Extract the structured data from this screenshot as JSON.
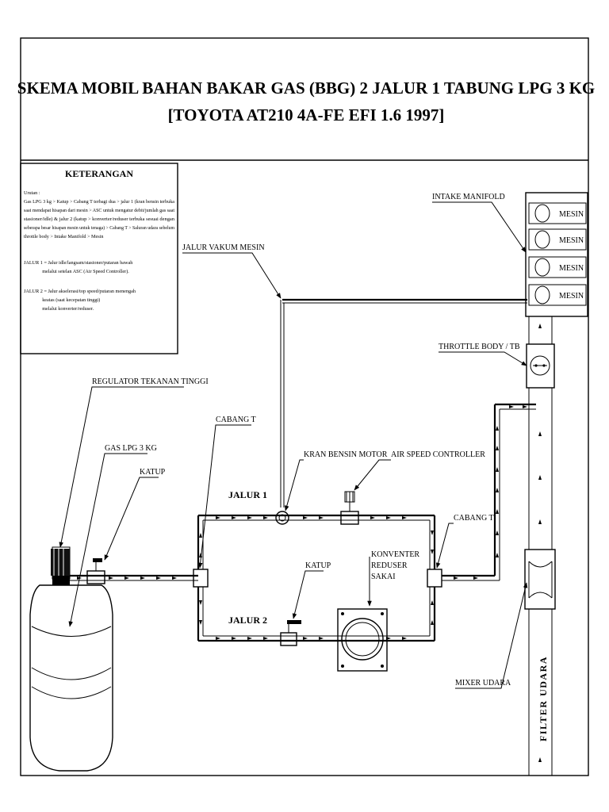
{
  "title": {
    "line1": "SKEMA MOBIL BAHAN BAKAR GAS (BBG)  2 JALUR  1 TABUNG LPG 3 KG",
    "line2": "[TOYOTA AT210 4A-FE EFI 1.6 1997]"
  },
  "legend": {
    "heading": "KETERANGAN",
    "lines": [
      "Urutan :",
      "Gas LPG 3 kg > Katup > Cabang T terbagi dua > jalur 1 (kran bensin terbuka",
      "saat mendapat hisapan dari mesin > ASC untuk mengatur debit/jumlah gas saat",
      "stasioner/idle) & jalur 2 (katup > konverter/reduser terbuka sesuai dengan",
      "seberapa besar hisapan mesin untuk tenaga) > Cabang T > Saluran udara sebelum",
      "throttle body > Intake Manifold > Mesin",
      "",
      "JALUR 1 = Jalur idle/langsam/stasioner/putaran bawah",
      "               melalui setelan ASC (Air Speed Controller).",
      "",
      "JALUR 2 = Jalur akselerasi/top speed/putaran menengah",
      "               keatas (saat kecepatan tinggi)",
      "               melalui konverter/reduser."
    ]
  },
  "labels": {
    "intake_manifold": "INTAKE MANIFOLD",
    "mesin": [
      "MESIN",
      "MESIN",
      "MESIN",
      "MESIN"
    ],
    "jalur_vakum": "JALUR VAKUM MESIN",
    "throttle_body": "THROTTLE BODY / TB",
    "regulator": "REGULATOR TEKANAN TINGGI",
    "cabang_t_left": "CABANG T",
    "gas_lpg": "GAS LPG 3 KG",
    "katup_top": "KATUP",
    "kran_bensin": "KRAN BENSIN MOTOR",
    "asc": "AIR SPEED CONTROLLER",
    "jalur1": "JALUR 1",
    "jalur2": "JALUR 2",
    "cabang_t_right": "CABANG T",
    "konverter_1": "KONVENTER",
    "konverter_2": "REDUSER",
    "konverter_3": "SAKAI",
    "katup_mid": "KATUP",
    "mixer": "MIXER UDARA",
    "filter_udara": "FILTER UDARA"
  }
}
